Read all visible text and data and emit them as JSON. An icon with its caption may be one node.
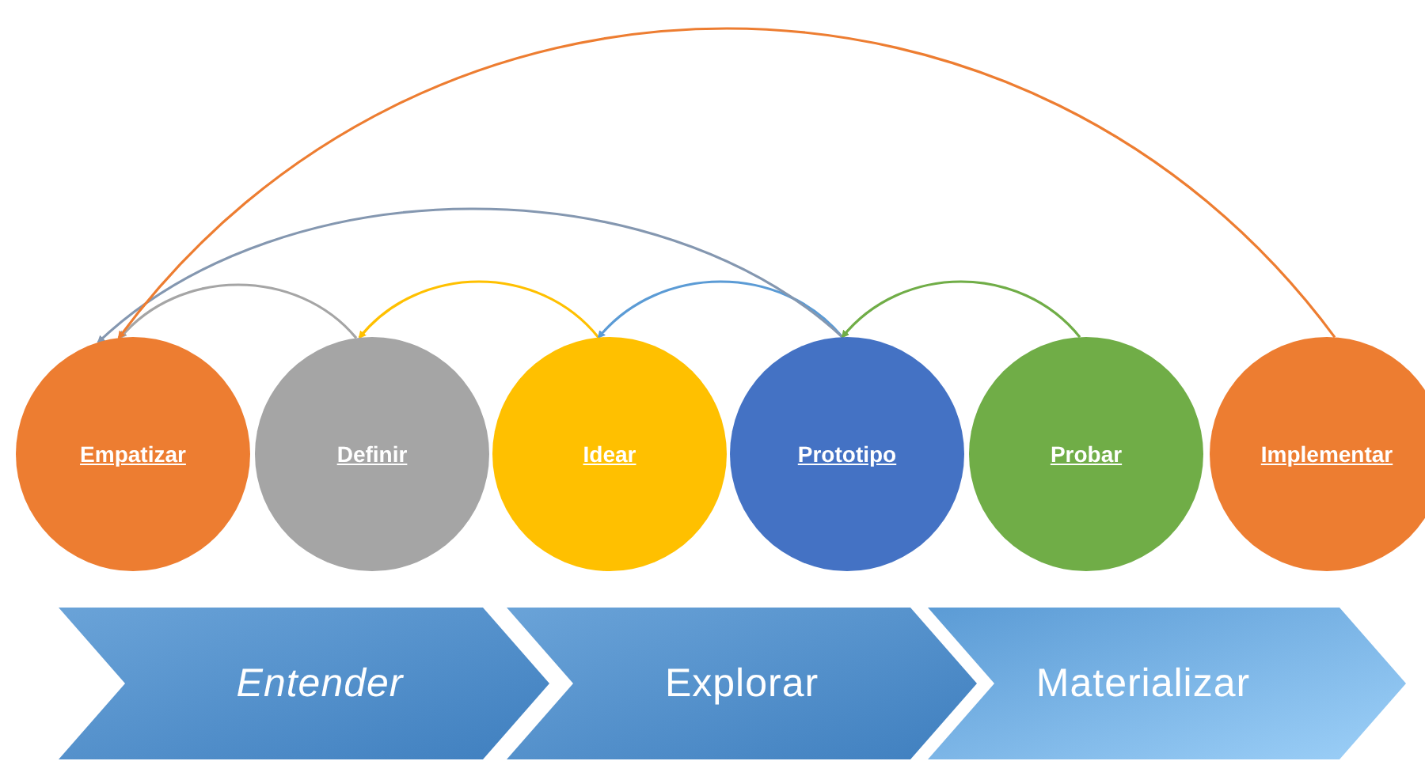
{
  "diagram": {
    "nodes": [
      {
        "text": [
          "Empatizar"
        ]
      },
      {
        "text": [
          "Definir"
        ]
      },
      {
        "text": [
          "Idear"
        ]
      },
      {
        "text": [
          "Prototipo"
        ]
      },
      {
        "text": [
          "Probar"
        ]
      },
      {
        "text": [
          "Implementar"
        ]
      },
      {
        "text": [
          "Entender"
        ]
      },
      {
        "text": [
          "Explorar"
        ]
      },
      {
        "text": [
          "Materializar"
        ]
      }
    ],
    "edges": [
      {
        "from": 1,
        "to": 0,
        "arrow": "to",
        "color": "#a5a5a5"
      },
      {
        "from": 2,
        "to": 1,
        "arrow": "to",
        "color": "#ffc000"
      },
      {
        "from": 3,
        "to": 2,
        "arrow": "to",
        "color": "#5b9bd5"
      },
      {
        "from": 3,
        "to": 0,
        "arrow": "to",
        "color": "#8497b0"
      },
      {
        "from": 4,
        "to": 3,
        "arrow": "to",
        "color": "#70ad47"
      },
      {
        "from": 5,
        "to": 0,
        "arrow": "to",
        "color": "#ed7d31"
      }
    ]
  }
}
